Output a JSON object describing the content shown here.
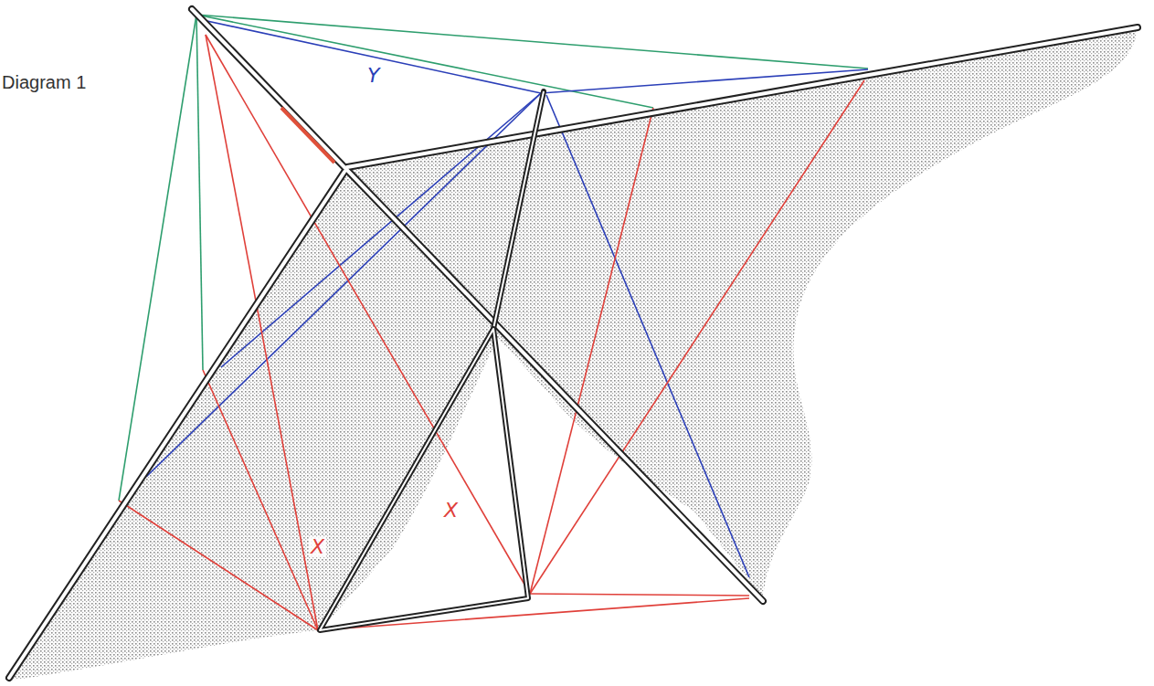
{
  "diagram": {
    "labels": [
      "Diagram 1",
      "Y",
      "X",
      "X"
    ]
  }
}
